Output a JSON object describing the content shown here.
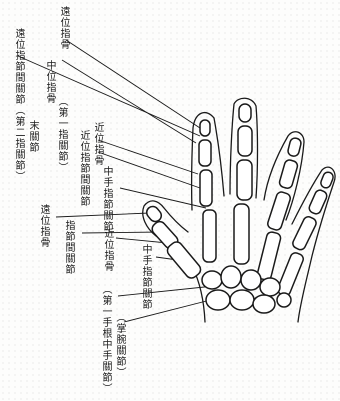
{
  "labels": {
    "distal_phalanx_top": "遠位指骨",
    "middle_phalanx": "中位指骨",
    "second_joint_paren": "（第一指關節）",
    "dip_joint": "遠位指節間關節（第二指關節）",
    "end_joint": "末關節",
    "pip_joint": "近位指節間關節",
    "proximal_phalanx": "近位指骨",
    "mcp_joint": "中手指節關節",
    "distal_phalanx_thumb": "遠位指骨",
    "ip_joint": "指節間關節",
    "proximal_phalanx_thumb": "近位指骨",
    "thumb_mcp_joint": "中手指節關節",
    "cmc_joint": "（第一手根中手關節）",
    "wrist_joint": "（掌腕關節）"
  }
}
